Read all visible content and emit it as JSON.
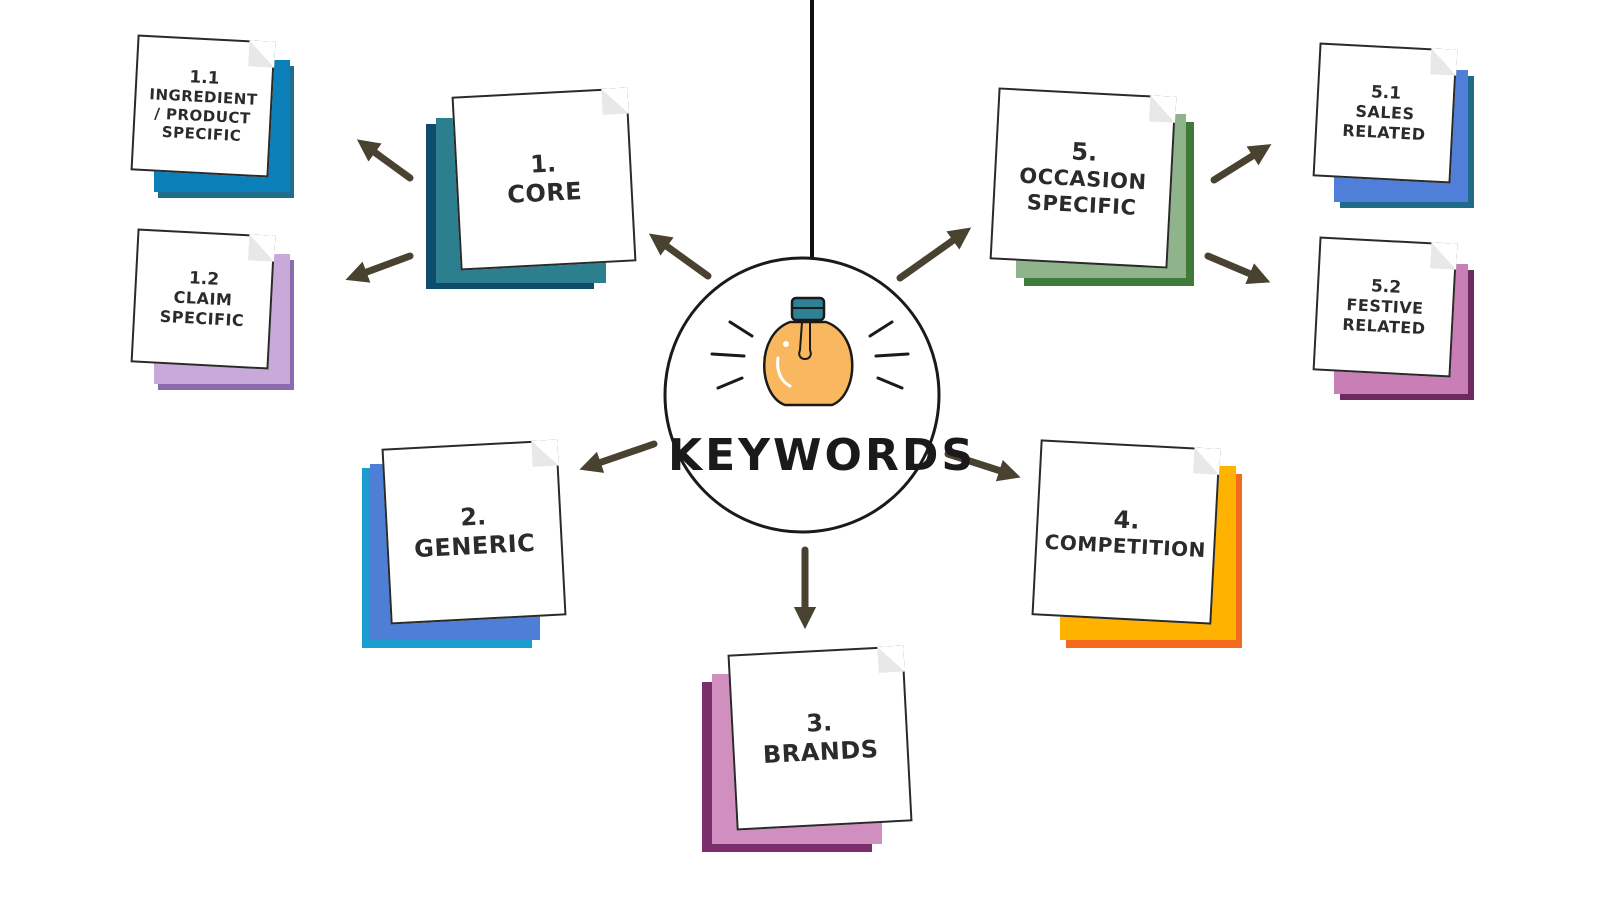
{
  "center": {
    "title": "KEYWORDS"
  },
  "nodes": {
    "core": {
      "number": "1.",
      "label": "CORE",
      "colors": [
        "#0f4c6b",
        "#2b7f8f",
        "#1d5f78"
      ]
    },
    "ingredient": {
      "number": "1.1",
      "label": "INGREDIENT / PRODUCT SPECIFIC",
      "colors": [
        "#0a7fb8",
        "#2aa8c9",
        "#1f6f8c"
      ]
    },
    "claim": {
      "number": "1.2",
      "label": "CLAIM SPECIFIC",
      "colors": [
        "#8a6bb0",
        "#c9a9d9",
        "#a883c4"
      ]
    },
    "generic": {
      "number": "2.",
      "label": "GENERIC",
      "colors": [
        "#2f66c9",
        "#1b9bd0",
        "#4d7fd6"
      ]
    },
    "brands": {
      "number": "3.",
      "label": "BRANDS",
      "colors": [
        "#7a2e6b",
        "#b86aa6",
        "#d18fbf"
      ]
    },
    "competition": {
      "number": "4.",
      "label": "COMPETITION",
      "colors": [
        "#f26a1b",
        "#ffb300",
        "#ff8f1f"
      ]
    },
    "occasion": {
      "number": "5.",
      "label": "OCCASION SPECIFIC",
      "colors": [
        "#3f7a3a",
        "#8fb38a",
        "#5e9455"
      ]
    },
    "sales": {
      "number": "5.1",
      "label": "SALES RELATED",
      "colors": [
        "#1f6a8a",
        "#4f7fd9",
        "#3a5fbf"
      ]
    },
    "festive": {
      "number": "5.2",
      "label": "FESTIVE RELATED",
      "colors": [
        "#6e2a5e",
        "#c97fb5",
        "#a2508f"
      ]
    }
  },
  "colors": {
    "arrow": "#4a4230",
    "bulb": "#f9b860",
    "socket": "#2f7f95",
    "outline": "#1a1a1a"
  }
}
